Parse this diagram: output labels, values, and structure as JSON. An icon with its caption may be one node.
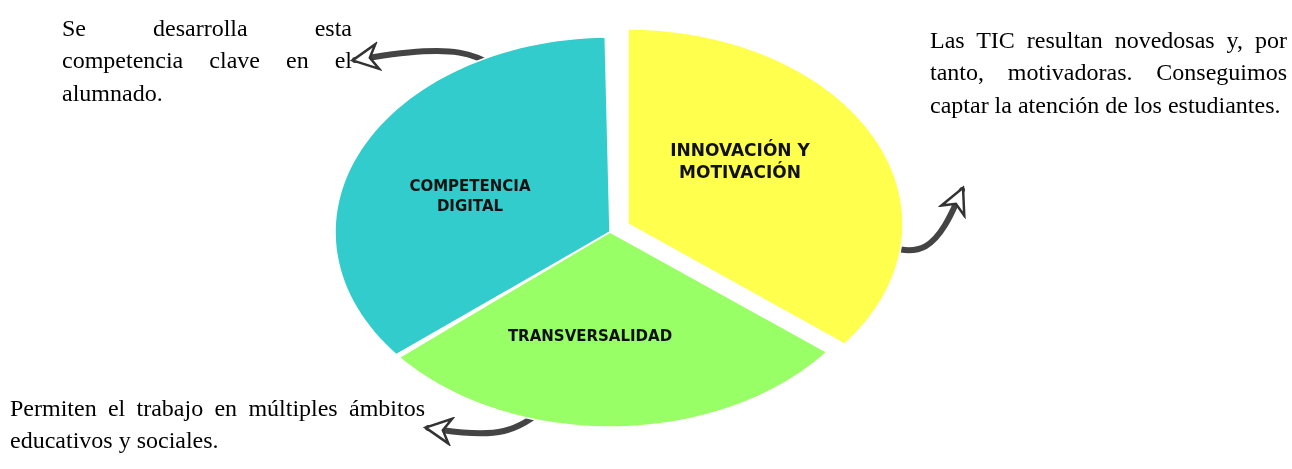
{
  "diagram": {
    "nodes": [
      {
        "text": [
          "COMPETENCIA DIGITAL"
        ]
      },
      {
        "text": [
          "INNOVACIÓN Y MOTIVACIÓN"
        ]
      },
      {
        "text": [
          "TRANSVERSALIDAD"
        ]
      },
      {
        "text": [
          "Se desarrolla esta competencia clave en el alumnado."
        ]
      },
      {
        "text": [
          "Las TIC resultan novedosas y, por tanto, motivadoras. Conseguimos captar la atención de los estudiantes."
        ]
      },
      {
        "text": [
          "Permiten el trabajo en múltiples ámbitos educativos y sociales."
        ]
      }
    ],
    "edges": [
      {
        "from": 0,
        "to": 3,
        "arrow": "to"
      },
      {
        "from": 1,
        "to": 4,
        "arrow": "to"
      },
      {
        "from": 2,
        "to": 5,
        "arrow": "to"
      }
    ]
  }
}
